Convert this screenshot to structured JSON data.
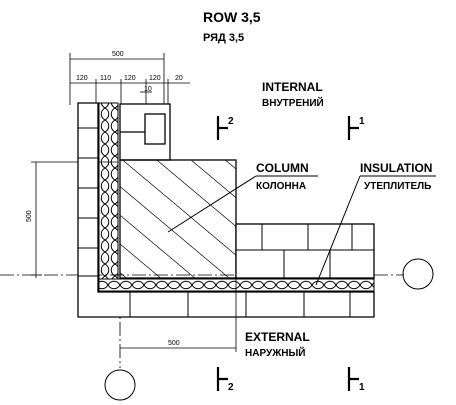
{
  "title": {
    "en": "ROW 3,5",
    "ru": "РЯД 3,5"
  },
  "labels": {
    "internal_en": "INTERNAL",
    "internal_ru": "ВНУТРЕНИЙ",
    "external_en": "EXTERNAL",
    "external_ru": "НАРУЖНЫЙ",
    "column_en": "COLUMN",
    "column_ru": "КОЛОННА",
    "insulation_en": "INSULATION",
    "insulation_ru": "УТЕПЛИТЕЛЬ"
  },
  "dimensions": {
    "top_total": "500",
    "top_segments": [
      "120",
      "110",
      "120",
      "120",
      "20"
    ],
    "top_inner": "10",
    "left_vertical": "500",
    "bottom": "500"
  },
  "section_marks": {
    "upper_left": "2",
    "upper_right": "1",
    "lower_left": "2",
    "lower_right": "1"
  }
}
